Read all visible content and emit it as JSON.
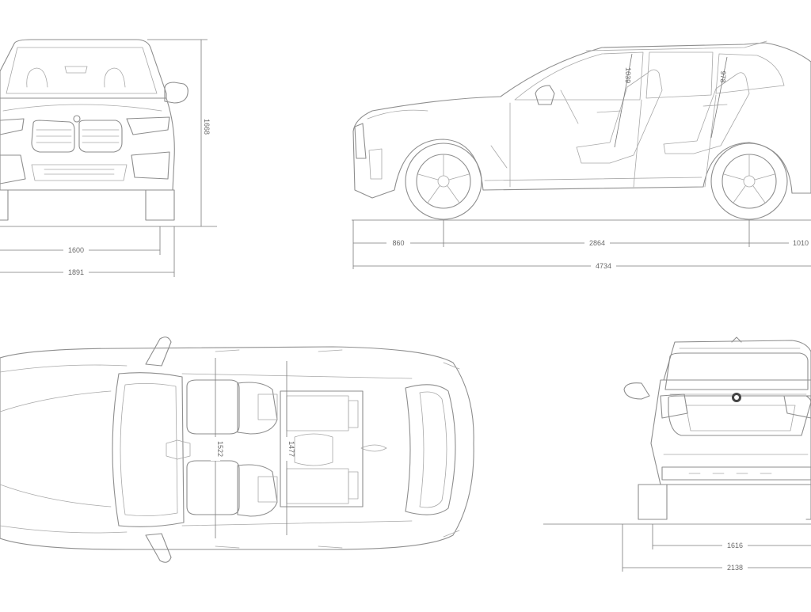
{
  "dimensions": {
    "front_height": "1668",
    "front_track": "1600",
    "front_width": "1891",
    "front_overhang": "860",
    "wheelbase": "2864",
    "rear_overhang": "1010",
    "overall_length": "4734",
    "front_headroom": "1039",
    "rear_headroom": "978",
    "front_shoulder_width": "1522",
    "rear_shoulder_width": "1477",
    "rear_track": "1616",
    "width_with_mirrors": "2138"
  },
  "colors": {
    "line": "#8e8e8e",
    "dimension_line": "#7a7a7a",
    "text": "#6a6a6a",
    "background": "#ffffff"
  },
  "icons": [
    "bmw-logo-icon"
  ]
}
